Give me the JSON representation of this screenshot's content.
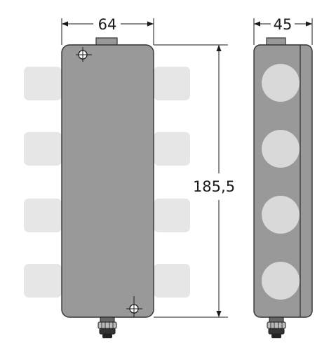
{
  "dimensions": {
    "width_front": "64",
    "width_side": "45",
    "height": "185,5"
  },
  "colors": {
    "housing": "#999999",
    "housing_stroke": "#333333",
    "connector_pads": "#e6e6e6",
    "side_circles": "#d9d9d9",
    "dimension_lines": "#1a1a1a"
  }
}
